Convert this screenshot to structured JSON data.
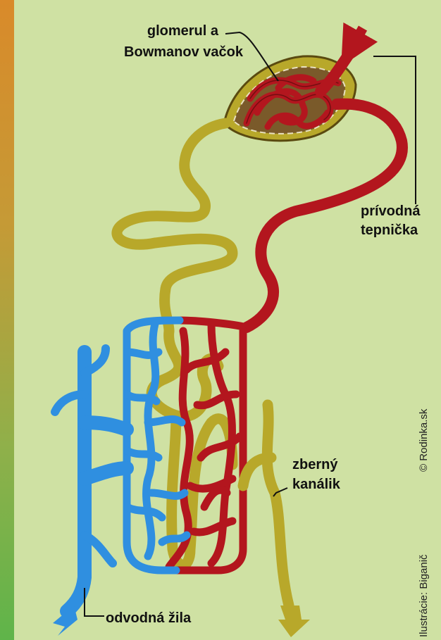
{
  "labels": {
    "glomerul_line1": "glomerul a",
    "glomerul_line2": "Bowmanov vačok",
    "afferent_line1": "prívodná",
    "afferent_line2": "tepnička",
    "collecting_line1": "zberný",
    "collecting_line2": "kanálik",
    "vein": "odvodná žila"
  },
  "credits": {
    "site": "© Rodinka.sk",
    "illustrator": "Ilustrácie: Biganič"
  },
  "colors": {
    "background": "#cfe1a3",
    "artery": "#b3161e",
    "vein": "#2f8fe0",
    "tubule": "#b8a82a"
  }
}
